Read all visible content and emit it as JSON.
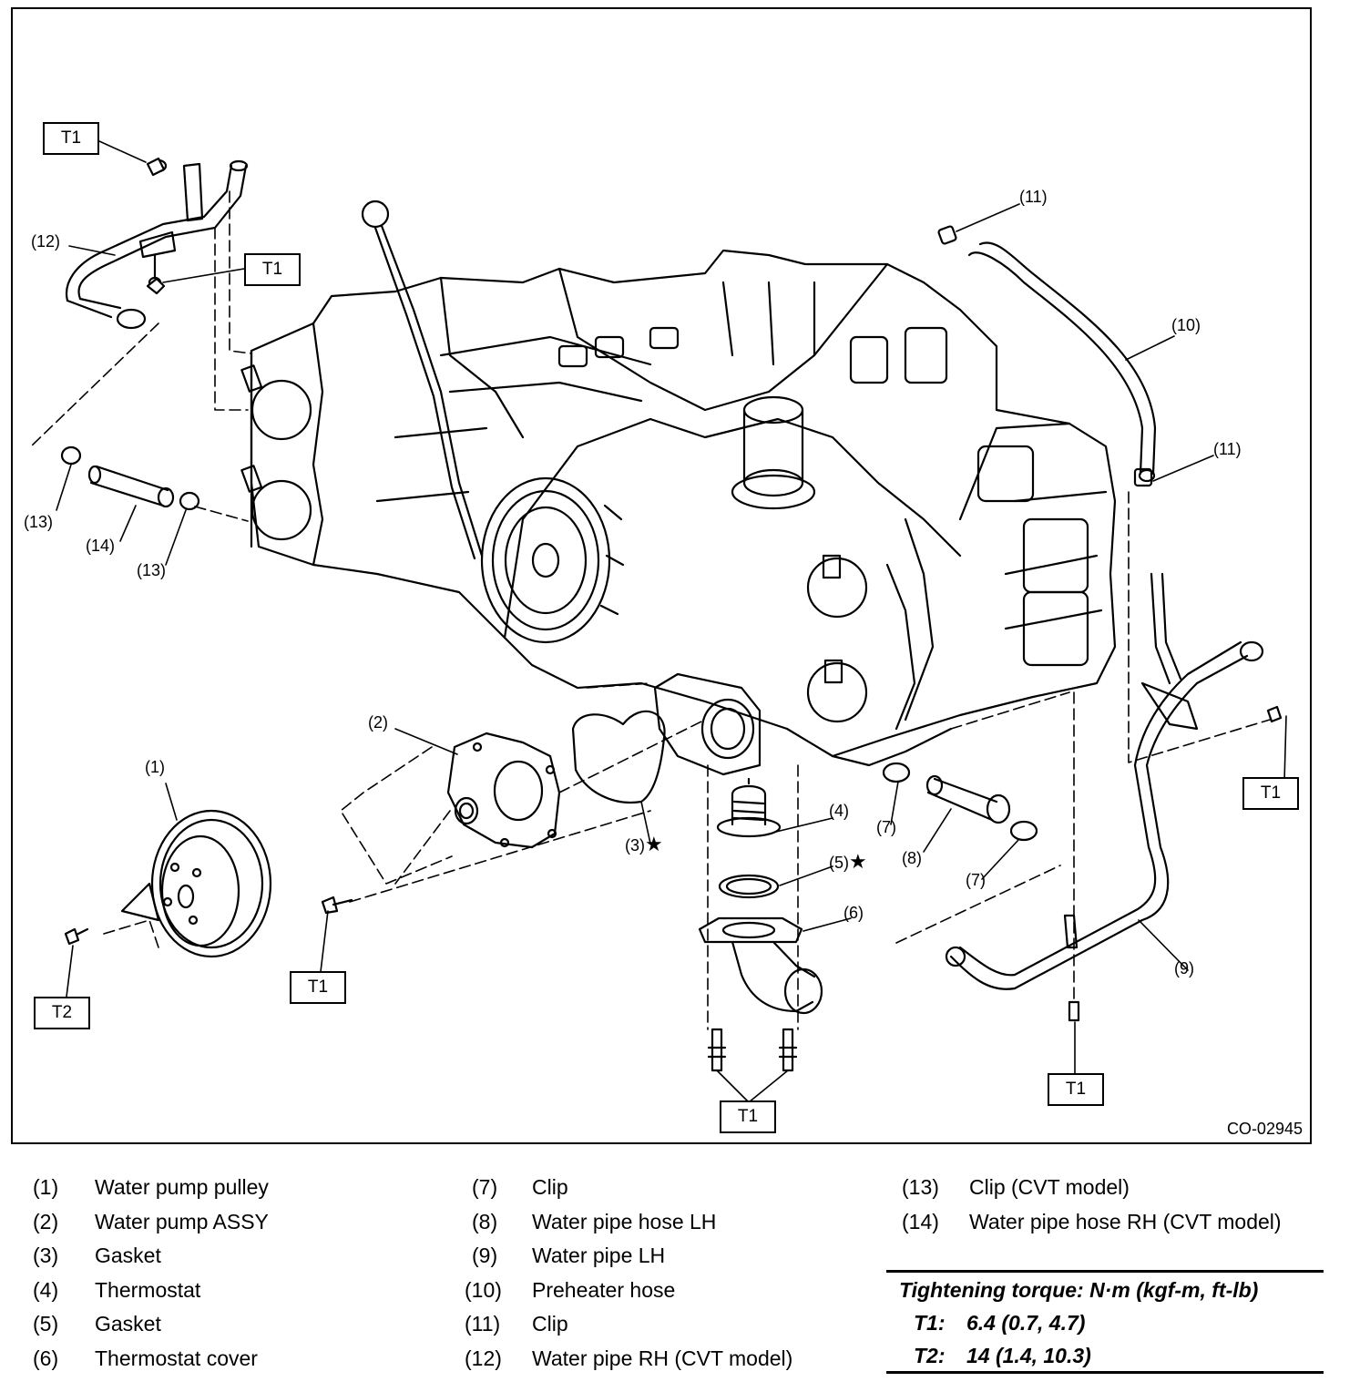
{
  "figure": {
    "code": "CO-02945",
    "torque_box_labels": [
      "T1",
      "T1",
      "T1",
      "T1",
      "T1",
      "T1",
      "T2"
    ],
    "callouts": [
      "(1)",
      "(2)",
      "(3)",
      "(4)",
      "(5)",
      "(6)",
      "(7)",
      "(7)",
      "(8)",
      "(9)",
      "(10)",
      "(11)",
      "(11)",
      "(12)",
      "(13)",
      "(13)",
      "(14)"
    ],
    "star": "★"
  },
  "legend": {
    "items": [
      {
        "num": "(1)",
        "label": "Water pump pulley"
      },
      {
        "num": "(2)",
        "label": "Water pump ASSY"
      },
      {
        "num": "(3)",
        "label": "Gasket"
      },
      {
        "num": "(4)",
        "label": "Thermostat"
      },
      {
        "num": "(5)",
        "label": "Gasket"
      },
      {
        "num": "(6)",
        "label": "Thermostat cover"
      },
      {
        "num": "(7)",
        "label": "Clip"
      },
      {
        "num": "(8)",
        "label": "Water pipe hose LH"
      },
      {
        "num": "(9)",
        "label": "Water pipe LH"
      },
      {
        "num": "(10)",
        "label": "Preheater hose"
      },
      {
        "num": "(11)",
        "label": "Clip"
      },
      {
        "num": "(12)",
        "label": "Water pipe RH (CVT model)"
      },
      {
        "num": "(13)",
        "label": "Clip (CVT model)"
      },
      {
        "num": "(14)",
        "label": "Water pipe hose RH (CVT model)"
      }
    ]
  },
  "torque": {
    "title": "Tightening torque: N·m (kgf-m, ft-lb)",
    "rows": [
      {
        "key": "T1:",
        "value": "6.4 (0.7, 4.7)"
      },
      {
        "key": "T2:",
        "value": "14 (1.4, 10.3)"
      }
    ]
  }
}
